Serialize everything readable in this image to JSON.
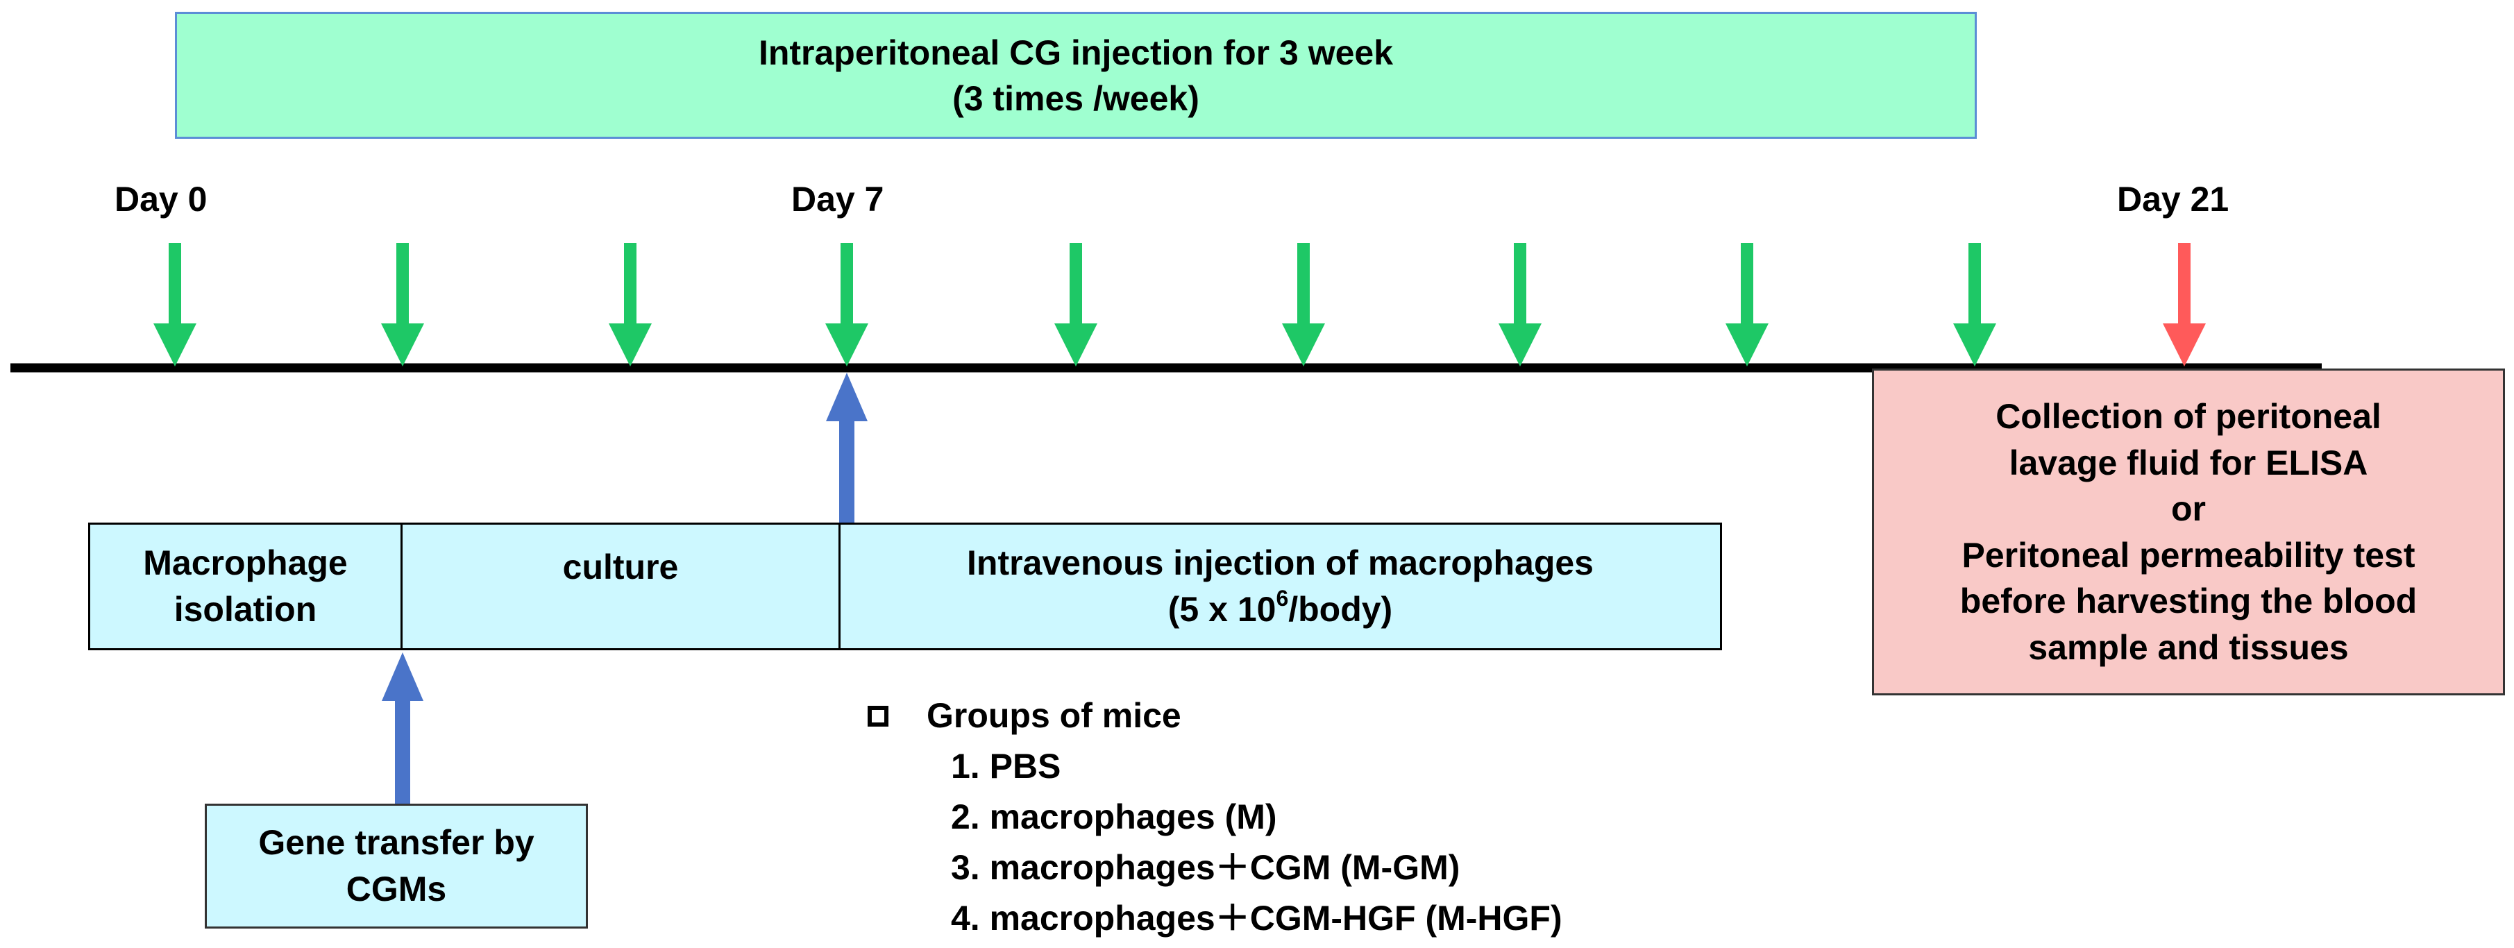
{
  "banner": {
    "line1_pre": "Intraperitoneal ",
    "line1_bold": "CG",
    "line1_post": " injection for 3 week",
    "line2": "(3 times /week)"
  },
  "days": {
    "day0": "Day 0",
    "day7": "Day 7",
    "day21": "Day 21"
  },
  "colors": {
    "injection_arrow": "#1ec866",
    "endpoint_arrow": "#ff5a5a",
    "transfer_arrow": "#4a74c9",
    "banner_fill": "#9fffd0",
    "cell_fill": "#cdf8ff",
    "collect_fill": "#f9c9c7"
  },
  "steps": {
    "isolation_line1": "Macrophage",
    "isolation_line2": "isolation",
    "culture": "culture",
    "injection_line1": "Intravenous injection of macrophages",
    "injection_line2_pre": "(5 x 10",
    "injection_line2_sup": "6",
    "injection_line2_post": "/body)"
  },
  "collection": {
    "line1": "Collection of peritoneal",
    "line2_pre": "lavage fluid for ",
    "line2_bold": "ELISA",
    "line3": "or",
    "line4": "Peritoneal permeability test",
    "line5": "before harvesting the blood",
    "line6": "sample and tissues"
  },
  "gene_transfer": {
    "line1": "Gene transfer by",
    "line2": "CGMs"
  },
  "groups": {
    "heading": "Groups of mice",
    "items": [
      "1. PBS",
      "2. macrophages (M)",
      "3. macrophages＋CGM (M-GM)",
      "4. macrophages＋CGM-HGF (M-HGF)"
    ]
  }
}
